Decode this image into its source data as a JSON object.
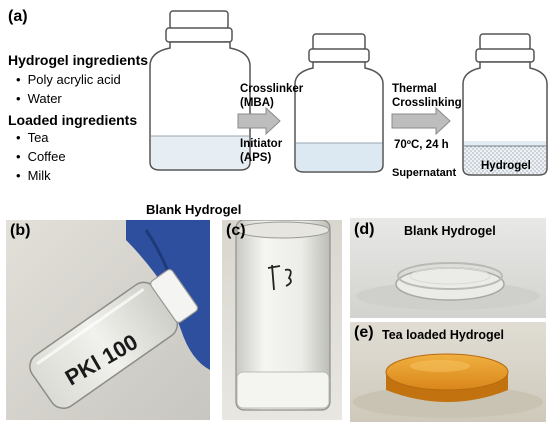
{
  "panel_a": {
    "label": "(a)",
    "hydrogel_title": "Hydrogel ingredients",
    "hydrogel_items": [
      "Poly acrylic acid",
      "Water"
    ],
    "loaded_title": "Loaded ingredients",
    "loaded_items": [
      "Tea",
      "Coffee",
      "Milk"
    ],
    "arrow1_top": [
      "Crosslinker",
      "(MBA)"
    ],
    "arrow1_bottom": [
      "Initiator",
      "(APS)"
    ],
    "arrow2_top": [
      "Thermal",
      "Crosslinking"
    ],
    "arrow2_bottom": "70ºC, 24 h",
    "supernatant": "Supernatant",
    "hydrogel_layer": "Hydrogel"
  },
  "panel_b": {
    "label": "(b)",
    "handwriting": "PKl 100"
  },
  "panel_c": {
    "label": "(c)",
    "title": "Blank Hydrogel"
  },
  "panel_d": {
    "label": "(d)",
    "title": "Blank Hydrogel"
  },
  "panel_e": {
    "label": "(e)",
    "title": "Tea loaded Hydrogel"
  },
  "colors": {
    "arrow": "#bdbdbd",
    "liquid": "#dce8f2",
    "glove": "#2d4f9e",
    "tea_gel": "#e89a1c"
  }
}
